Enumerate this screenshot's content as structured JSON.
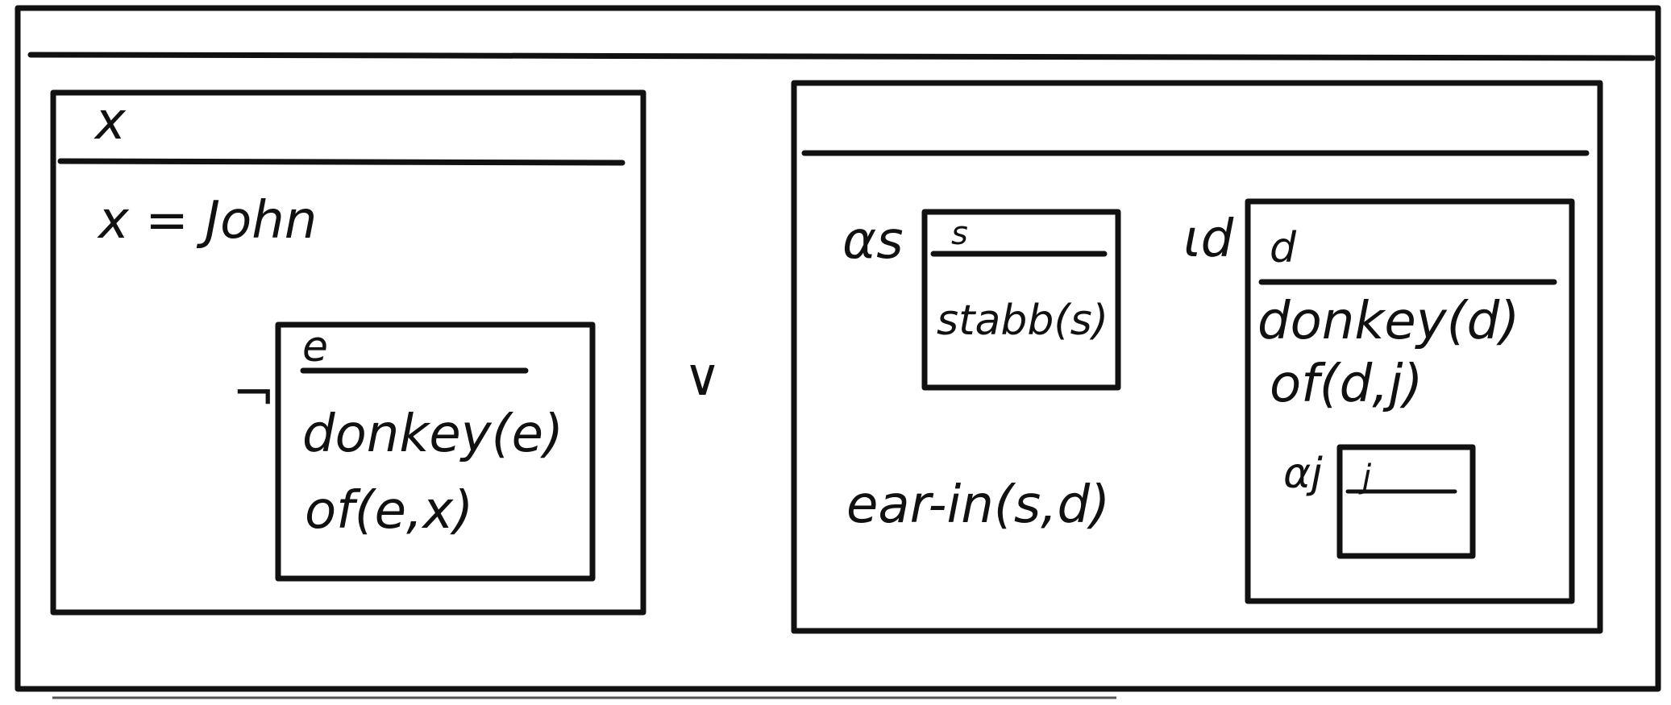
{
  "outer_box": {
    "referent": ""
  },
  "left_box": {
    "referent": "x",
    "conditions": [
      "x = John"
    ],
    "negation_symbol": "¬",
    "inner_box": {
      "referent": "e",
      "conditions": [
        "donkey(e)",
        "of(e,x)"
      ]
    }
  },
  "disjunction_symbol": "∨",
  "right_box": {
    "referent": "",
    "conditions": [
      "ear-in(s,d)"
    ],
    "s_box": {
      "operator": "αs",
      "referent": "s",
      "conditions": [
        "stabb(s)"
      ]
    },
    "d_box": {
      "operator": "ιd",
      "referent": "d",
      "conditions": [
        "donkey(d)",
        "of(d,j)"
      ],
      "j_box": {
        "operator": "αj",
        "referent": "j",
        "conditions": []
      }
    }
  }
}
